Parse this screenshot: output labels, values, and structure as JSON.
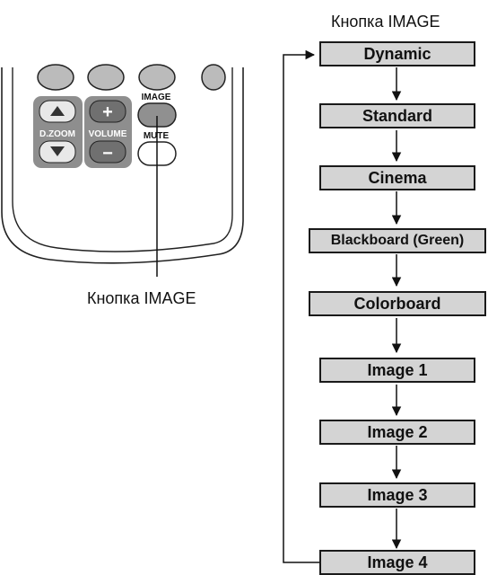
{
  "top_caption": "Кнопка IMAGE",
  "remote_caption": "Кнопка IMAGE",
  "remote": {
    "image_label": "IMAGE",
    "mute_label": "MUTE",
    "dzoom_label": "D.ZOOM",
    "volume_label": "VOLUME",
    "plus_symbol": "+",
    "minus_symbol": "−"
  },
  "flow": [
    {
      "label": "Dynamic"
    },
    {
      "label": "Standard"
    },
    {
      "label": "Cinema"
    },
    {
      "label": "Blackboard (Green)"
    },
    {
      "label": "Colorboard"
    },
    {
      "label": "Image 1"
    },
    {
      "label": "Image 2"
    },
    {
      "label": "Image 3"
    },
    {
      "label": "Image 4"
    }
  ]
}
